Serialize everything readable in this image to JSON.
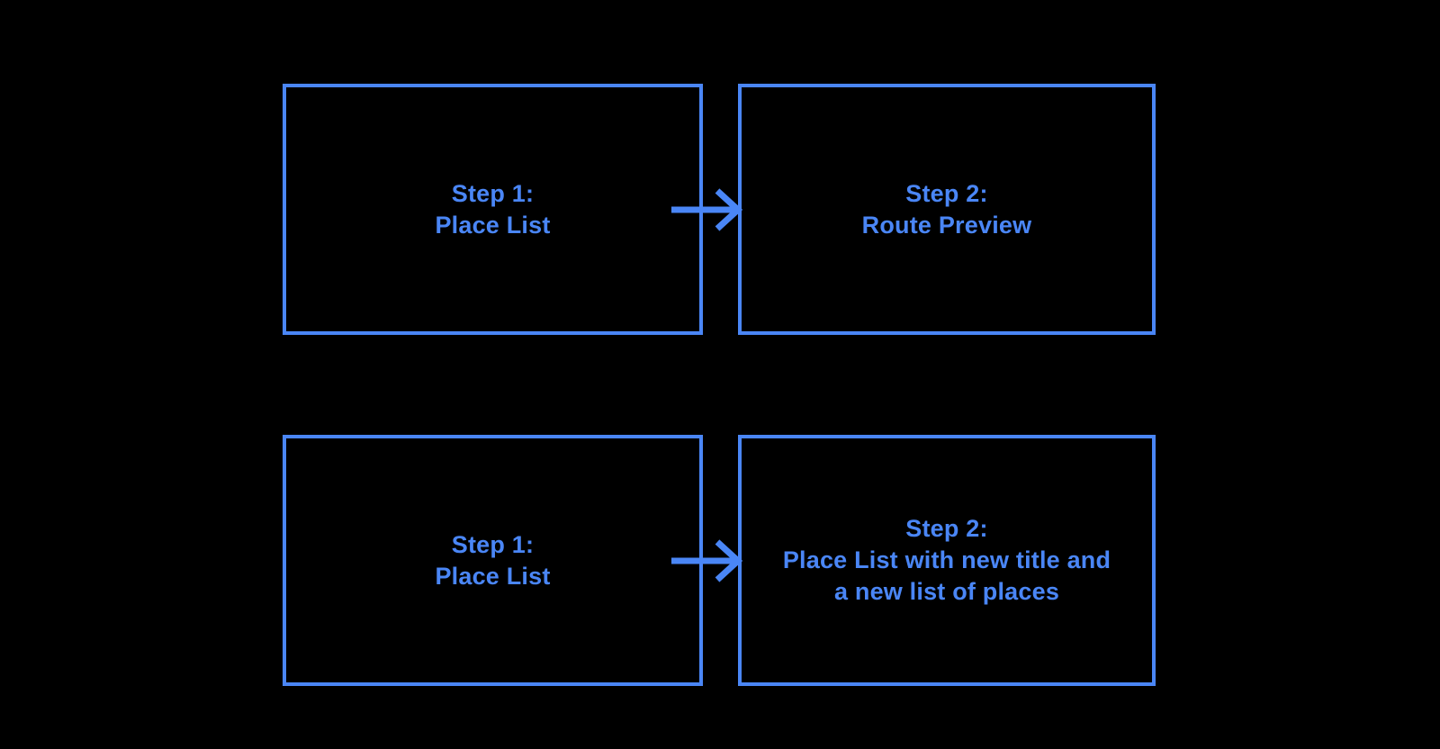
{
  "canvas": {
    "background": "#000000",
    "accent": "#4A86F6"
  },
  "diagram": {
    "rows": [
      {
        "source": {
          "lines": [
            "Step 1:",
            "Place List"
          ]
        },
        "connector": "arrow-right",
        "target": {
          "lines": [
            "Step 2:",
            "Route Preview"
          ]
        }
      },
      {
        "source": {
          "lines": [
            "Step 1:",
            "Place List"
          ]
        },
        "connector": "arrow-right",
        "target": {
          "lines": [
            "Step 2:",
            "Place List with new title and",
            "a new list of places"
          ]
        }
      }
    ]
  }
}
